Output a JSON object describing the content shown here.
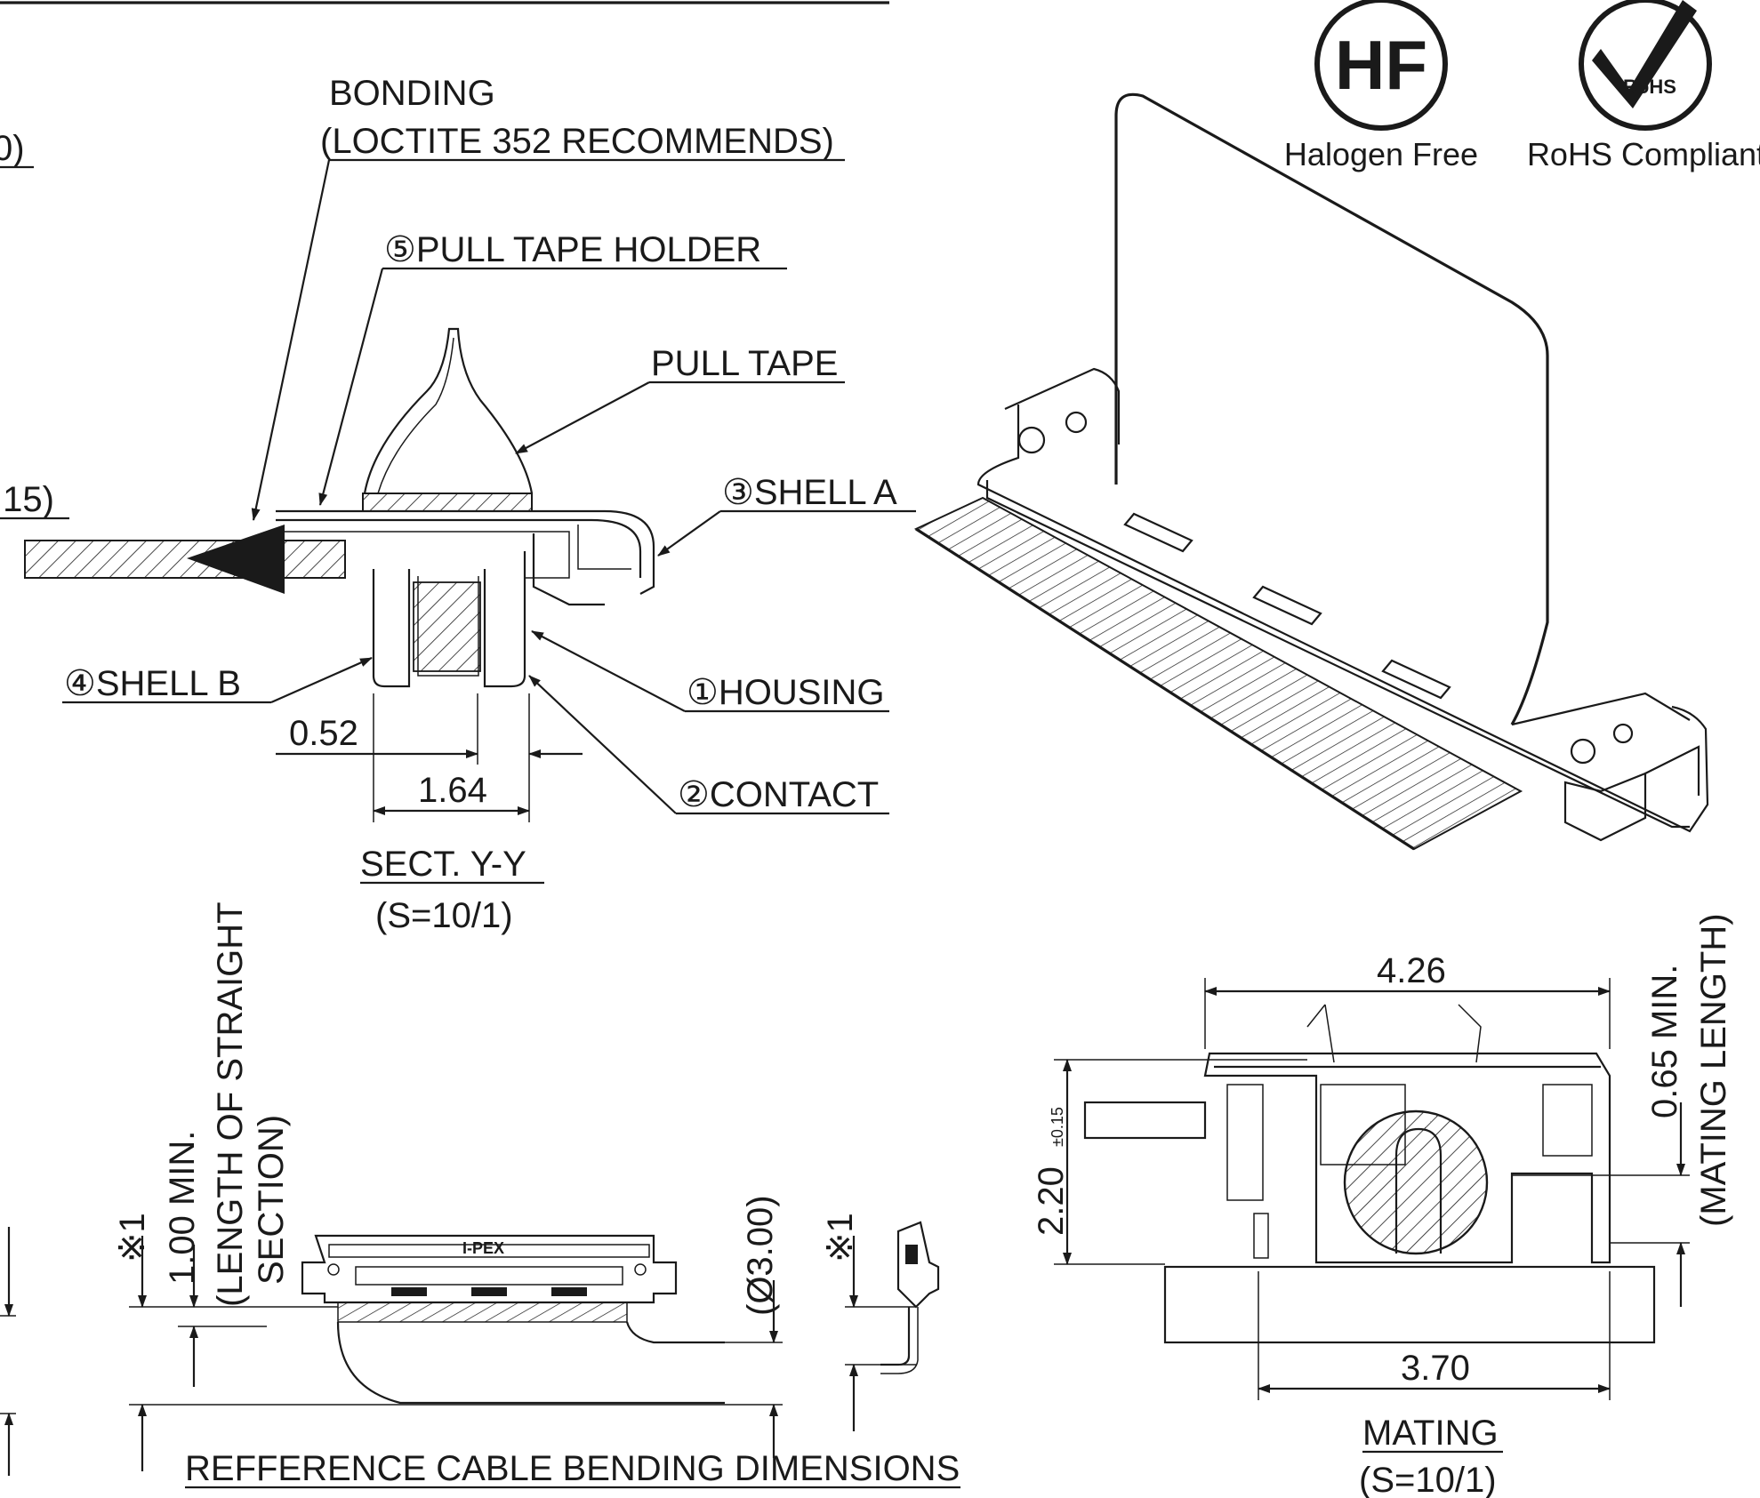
{
  "badges": {
    "hf_symbol": "HF",
    "hf_caption": "Halogen Free",
    "rohs_symbol": "RoHS",
    "rohs_caption": "RoHS Compliant"
  },
  "section": {
    "bonding": "BONDING",
    "bonding_note": "(LOCTITE 352 RECOMMENDS)",
    "pull_tape_holder": "⑤PULL TAPE HOLDER",
    "pull_tape": "PULL TAPE",
    "shell_a": "③SHELL A",
    "shell_b": "④SHELL B",
    "housing": "①HOUSING",
    "contact": "②CONTACT",
    "dim_052": "0.52",
    "dim_164": "1.64",
    "cut_left_top": "0)",
    "cut_left_mid": ".15)",
    "title": "SECT. Y-Y",
    "scale": "(S=10/1)"
  },
  "bending": {
    "note_mark": "※1",
    "min_length": "1.00 MIN.",
    "straight_line1": "(LENGTH OF STRAIGHT",
    "straight_line2": "SECTION)",
    "diameter": "(Ø3.00)",
    "note_mark_right": "※1",
    "logo": "I-PEX",
    "title": "REFFERENCE CABLE BENDING DIMENSIONS"
  },
  "mating": {
    "dim_426": "4.26",
    "dim_220": "2.20",
    "tol_220": "±0.15",
    "dim_065": "0.65 MIN.",
    "mating_length": "(MATING LENGTH)",
    "dim_370": "3.70",
    "title": "MATING",
    "scale": "(S=10/1)"
  }
}
